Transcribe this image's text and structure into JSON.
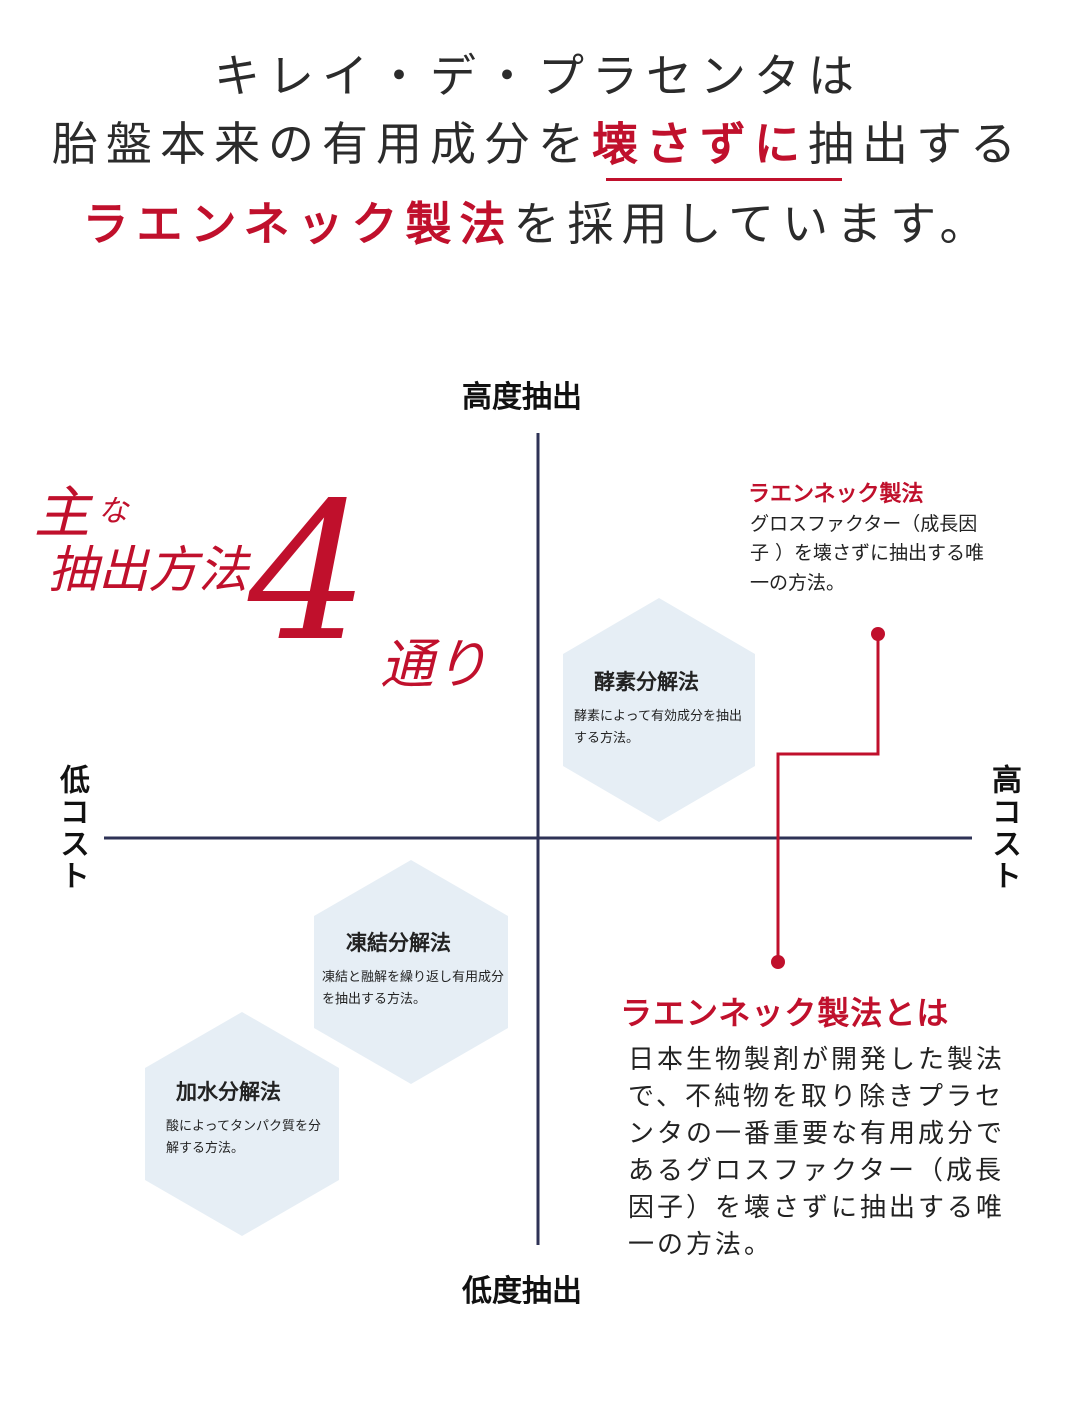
{
  "header": {
    "line1": "キレイ・デ・プラセンタは",
    "line2_pre": "胎盤本来の有用成分を",
    "line2_accent": "壊さずに",
    "line2_post": "抽出する",
    "line3_accent": "ラエンネック製法",
    "line3_post": "を採用しています。"
  },
  "axes": {
    "top": "高度抽出",
    "bottom": "低度抽出",
    "left": "低コスト",
    "right": "高コスト"
  },
  "heading": {
    "main": "主",
    "na": "な",
    "line2": "抽出方法",
    "number": "4",
    "suffix": "通り"
  },
  "methods": [
    {
      "title": "酵素分解法",
      "description": "酵素によって有効成分を抽出する方法。"
    },
    {
      "title": "凍結分解法",
      "description": "凍結と融解を繰り返し有用成分を抽出する方法。"
    },
    {
      "title": "加水分解法",
      "description": "酸によってタンパク質を分解する方法。"
    }
  ],
  "callout": {
    "title": "ラエンネック製法",
    "description": "グロスファクター（成長因子 ）を壊さずに抽出する唯一の方法。"
  },
  "about": {
    "title": "ラエンネック製法とは",
    "body": "日本生物製剤が開発した製法で、不純物を取り除きプラセンタの一番重要な有用成分であるグロスファクター（成長因子）を壊さずに抽出する唯一の方法。"
  },
  "colors": {
    "accent": "#c0102c",
    "axis": "#2e3256",
    "hexagon": "#e6eef5"
  }
}
